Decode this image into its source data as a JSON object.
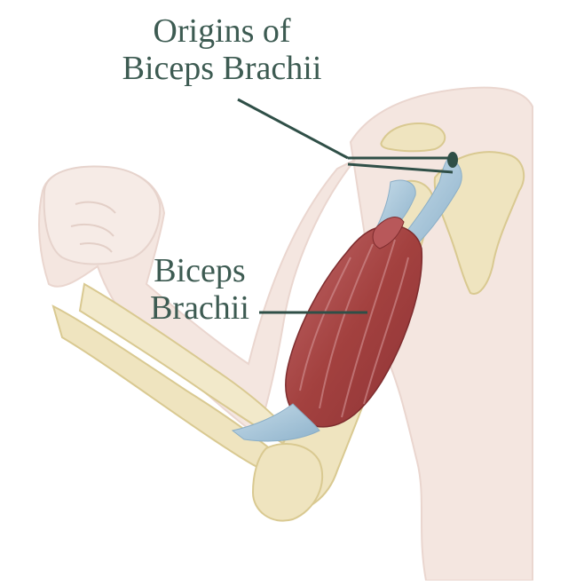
{
  "labels": {
    "origins": [
      "Origins of",
      "Biceps Brachii"
    ],
    "biceps": [
      "Biceps",
      "Brachii"
    ]
  },
  "colors": {
    "label_text": "#3d5b52",
    "leader_line": "#2f4f47",
    "skin": "#f4e6e0",
    "skin_outline": "#ead6cf",
    "bone": "#efe4bf",
    "bone_shade": "#d9c991",
    "muscle": "#a9484a",
    "muscle_light": "#c97678",
    "tendon": "#a9c6da"
  }
}
